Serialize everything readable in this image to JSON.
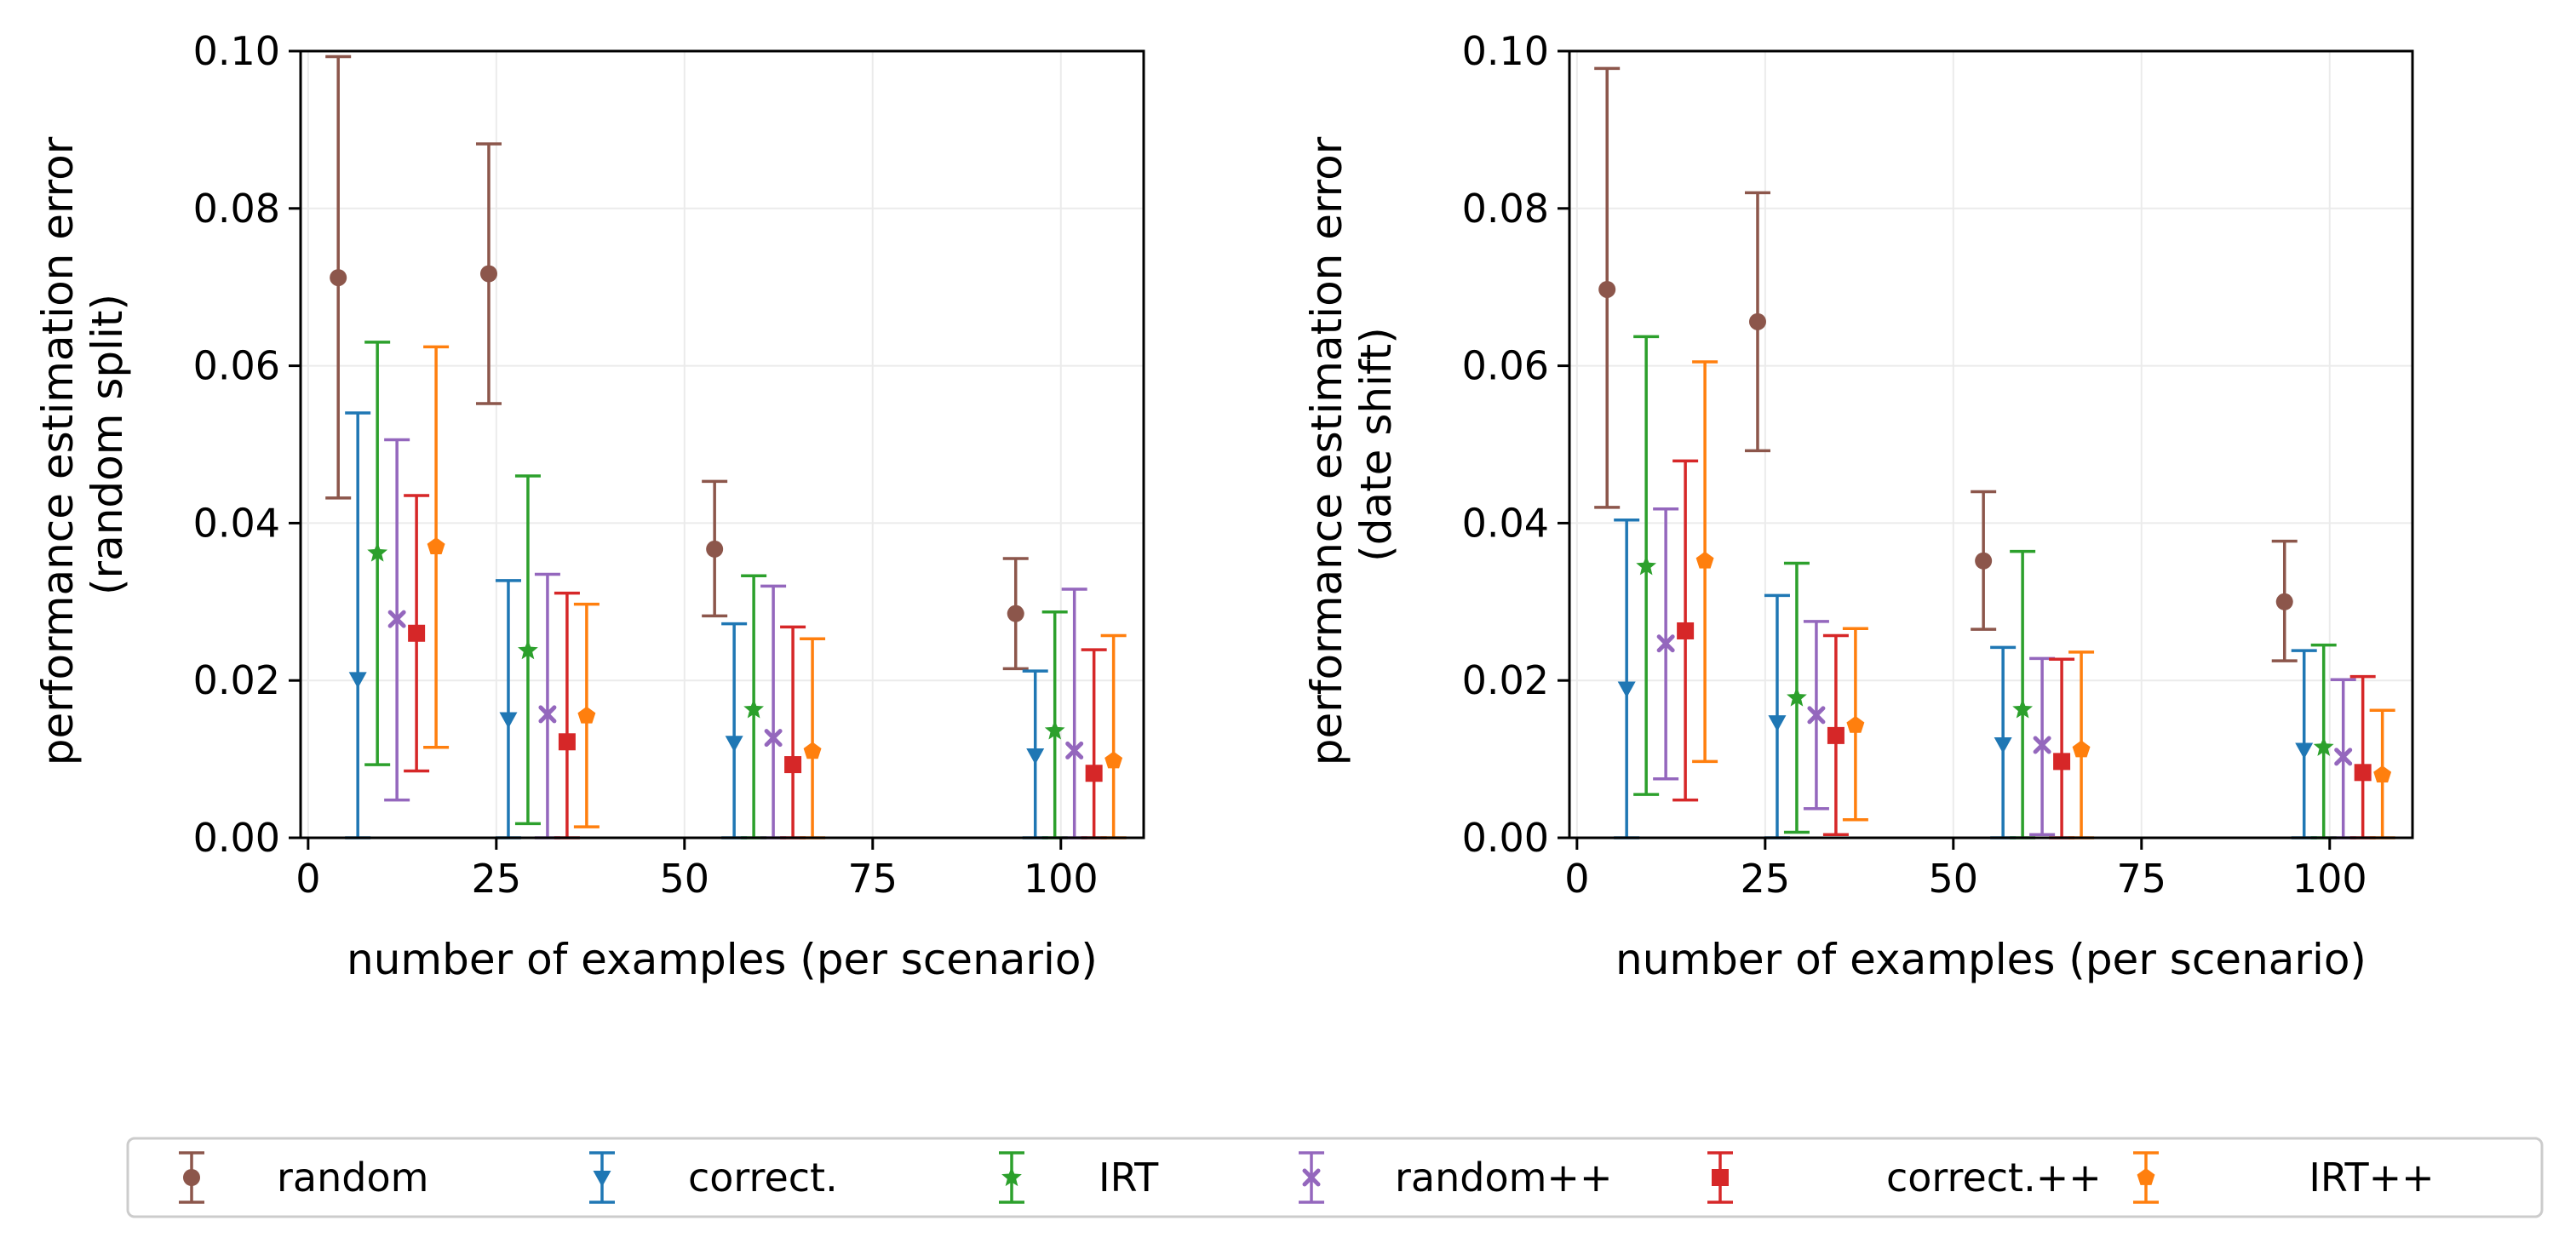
{
  "chart_data": [
    {
      "type": "scatter",
      "xlabel": "number of examples (per scenario)",
      "ylabel": [
        "performance estimation error",
        "(random split)"
      ],
      "xlim": [
        -1,
        111
      ],
      "ylim": [
        0,
        0.1
      ],
      "xticks": [
        0,
        25,
        50,
        75,
        100
      ],
      "xtick_labels": [
        "0",
        "25",
        "50",
        "75",
        "100"
      ],
      "yticks": [
        0,
        0.02,
        0.04,
        0.06,
        0.08,
        0.1
      ],
      "ytick_labels": [
        "0.00",
        "0.02",
        "0.04",
        "0.06",
        "0.08",
        "0.10"
      ],
      "grid": true,
      "series": [
        {
          "name": "random",
          "color": "#8c564b",
          "marker": "circle",
          "x": [
            4,
            24,
            54,
            94
          ],
          "y": [
            0.0712,
            0.0717,
            0.0367,
            0.0285
          ],
          "err_low": [
            0.0432,
            0.0552,
            0.0282,
            0.0215
          ],
          "err_high": [
            0.0993,
            0.0882,
            0.0453,
            0.0355
          ]
        },
        {
          "name": "correct.",
          "color": "#1f77b4",
          "marker": "triangle-down",
          "x": [
            6.6,
            26.6,
            56.6,
            96.6
          ],
          "y": [
            0.0202,
            0.0151,
            0.0121,
            0.0105
          ],
          "err_low": [
            0.0,
            0.0,
            0.0,
            0.0
          ],
          "err_high": [
            0.054,
            0.0327,
            0.0272,
            0.0212
          ]
        },
        {
          "name": "IRT",
          "color": "#2ca02c",
          "marker": "star",
          "x": [
            9.2,
            29.2,
            59.2,
            99.2
          ],
          "y": [
            0.0362,
            0.0238,
            0.0163,
            0.0136
          ],
          "err_low": [
            0.0093,
            0.0018,
            0.0,
            0.0
          ],
          "err_high": [
            0.063,
            0.046,
            0.0333,
            0.0287
          ]
        },
        {
          "name": "random++",
          "color": "#9467bd",
          "marker": "x",
          "x": [
            11.8,
            31.8,
            61.8,
            101.8
          ],
          "y": [
            0.0278,
            0.0157,
            0.0127,
            0.0111
          ],
          "err_low": [
            0.0048,
            0.0,
            0.0,
            0.0
          ],
          "err_high": [
            0.0506,
            0.0335,
            0.032,
            0.0316
          ]
        },
        {
          "name": "correct.++",
          "color": "#d62728",
          "marker": "square",
          "x": [
            14.4,
            34.4,
            64.4,
            104.4
          ],
          "y": [
            0.026,
            0.0122,
            0.0093,
            0.0082
          ],
          "err_low": [
            0.0085,
            0.0,
            0.0,
            0.0
          ],
          "err_high": [
            0.0435,
            0.0311,
            0.0268,
            0.0239
          ]
        },
        {
          "name": "IRT++",
          "color": "#ff7f0e",
          "marker": "pentagon",
          "x": [
            17,
            37,
            67,
            107
          ],
          "y": [
            0.037,
            0.0155,
            0.011,
            0.0098
          ],
          "err_low": [
            0.0115,
            0.0014,
            0.0,
            0.0
          ],
          "err_high": [
            0.0624,
            0.0297,
            0.0253,
            0.0257
          ]
        }
      ]
    },
    {
      "type": "scatter",
      "xlabel": "number of examples (per scenario)",
      "ylabel": [
        "performance estimation error",
        "(date shift)"
      ],
      "xlim": [
        -1,
        111
      ],
      "ylim": [
        0,
        0.1
      ],
      "xticks": [
        0,
        25,
        50,
        75,
        100
      ],
      "xtick_labels": [
        "0",
        "25",
        "50",
        "75",
        "100"
      ],
      "yticks": [
        0,
        0.02,
        0.04,
        0.06,
        0.08,
        0.1
      ],
      "ytick_labels": [
        "0.00",
        "0.02",
        "0.04",
        "0.06",
        "0.08",
        "0.10"
      ],
      "grid": true,
      "series": [
        {
          "name": "random",
          "color": "#8c564b",
          "marker": "circle",
          "x": [
            4,
            24,
            54,
            94
          ],
          "y": [
            0.0697,
            0.0656,
            0.0352,
            0.03
          ],
          "err_low": [
            0.042,
            0.0492,
            0.0265,
            0.0225
          ],
          "err_high": [
            0.0978,
            0.082,
            0.044,
            0.0377
          ]
        },
        {
          "name": "correct.",
          "color": "#1f77b4",
          "marker": "triangle-down",
          "x": [
            6.6,
            26.6,
            56.6,
            96.6
          ],
          "y": [
            0.019,
            0.0147,
            0.0119,
            0.0112
          ],
          "err_low": [
            0.0,
            0.0,
            0.0,
            0.0
          ],
          "err_high": [
            0.0404,
            0.0308,
            0.0242,
            0.0238
          ]
        },
        {
          "name": "IRT",
          "color": "#2ca02c",
          "marker": "star",
          "x": [
            9.2,
            29.2,
            59.2,
            99.2
          ],
          "y": [
            0.0345,
            0.0178,
            0.0163,
            0.0115
          ],
          "err_low": [
            0.0055,
            0.0007,
            0.0,
            0.0
          ],
          "err_high": [
            0.0637,
            0.0349,
            0.0364,
            0.0245
          ]
        },
        {
          "name": "random++",
          "color": "#9467bd",
          "marker": "x",
          "x": [
            11.8,
            31.8,
            61.8,
            101.8
          ],
          "y": [
            0.0247,
            0.0156,
            0.0118,
            0.0103
          ],
          "err_low": [
            0.0075,
            0.0037,
            0.0004,
            0.0
          ],
          "err_high": [
            0.0418,
            0.0275,
            0.0228,
            0.0201
          ]
        },
        {
          "name": "correct.++",
          "color": "#d62728",
          "marker": "square",
          "x": [
            14.4,
            34.4,
            64.4,
            104.4
          ],
          "y": [
            0.0263,
            0.013,
            0.0097,
            0.0083
          ],
          "err_low": [
            0.0048,
            0.0004,
            0.0,
            0.0
          ],
          "err_high": [
            0.0479,
            0.0257,
            0.0227,
            0.0205
          ]
        },
        {
          "name": "IRT++",
          "color": "#ff7f0e",
          "marker": "pentagon",
          "x": [
            17,
            37,
            67,
            107
          ],
          "y": [
            0.0352,
            0.0143,
            0.0112,
            0.008
          ],
          "err_low": [
            0.0097,
            0.0023,
            0.0,
            0.0
          ],
          "err_high": [
            0.0605,
            0.0266,
            0.0236,
            0.0162
          ]
        }
      ]
    }
  ],
  "legend": {
    "placement": "bottom",
    "entries": [
      {
        "label": "random",
        "color": "#8c564b",
        "marker": "circle"
      },
      {
        "label": "correct.",
        "color": "#1f77b4",
        "marker": "triangle-down"
      },
      {
        "label": "IRT",
        "color": "#2ca02c",
        "marker": "star"
      },
      {
        "label": "random++",
        "color": "#9467bd",
        "marker": "x"
      },
      {
        "label": "correct.++",
        "color": "#d62728",
        "marker": "square"
      },
      {
        "label": "IRT++",
        "color": "#ff7f0e",
        "marker": "pentagon"
      }
    ]
  }
}
